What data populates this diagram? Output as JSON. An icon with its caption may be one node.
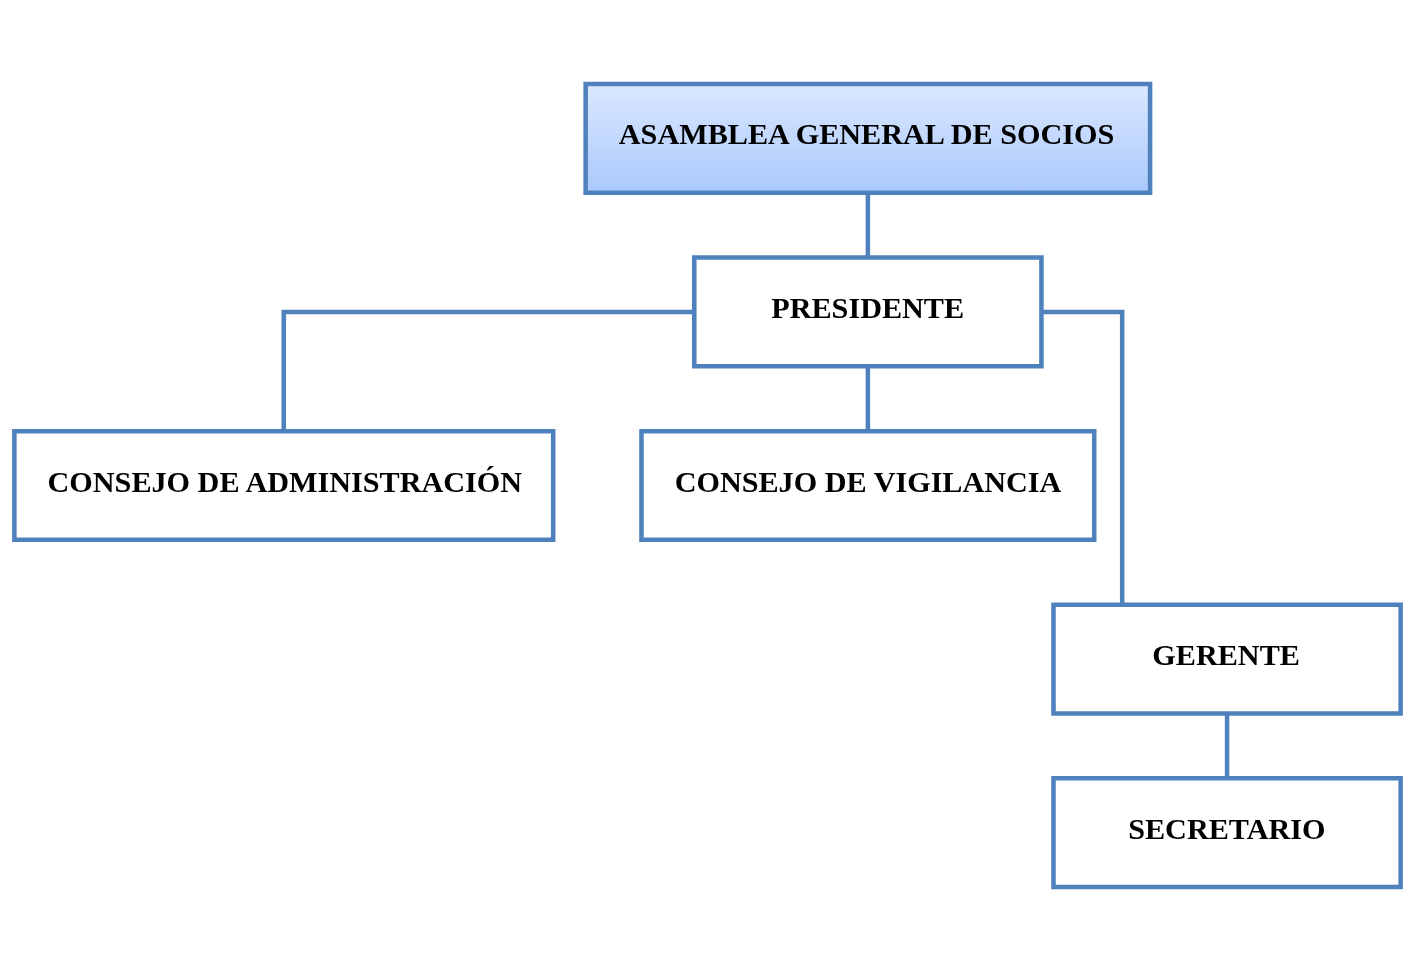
{
  "diagram": {
    "nodes": [
      {
        "text": [
          "ASAMBLEA GENERAL DE SOCIOS"
        ]
      },
      {
        "text": [
          "PRESIDENTE"
        ]
      },
      {
        "text": [
          "CONSEJO DE ADMINISTRACIÓN"
        ]
      },
      {
        "text": [
          "CONSEJO DE VIGILANCIA"
        ]
      },
      {
        "text": [
          "GERENTE"
        ]
      },
      {
        "text": [
          "SECRETARIO"
        ]
      }
    ],
    "edges": [
      {
        "from": 0,
        "to": 1,
        "arrow": "none"
      },
      {
        "from": 1,
        "to": 2,
        "arrow": "none"
      },
      {
        "from": 1,
        "to": 3,
        "arrow": "none"
      },
      {
        "from": 1,
        "to": 4,
        "arrow": "none"
      },
      {
        "from": 4,
        "to": 5,
        "arrow": "none"
      }
    ]
  }
}
